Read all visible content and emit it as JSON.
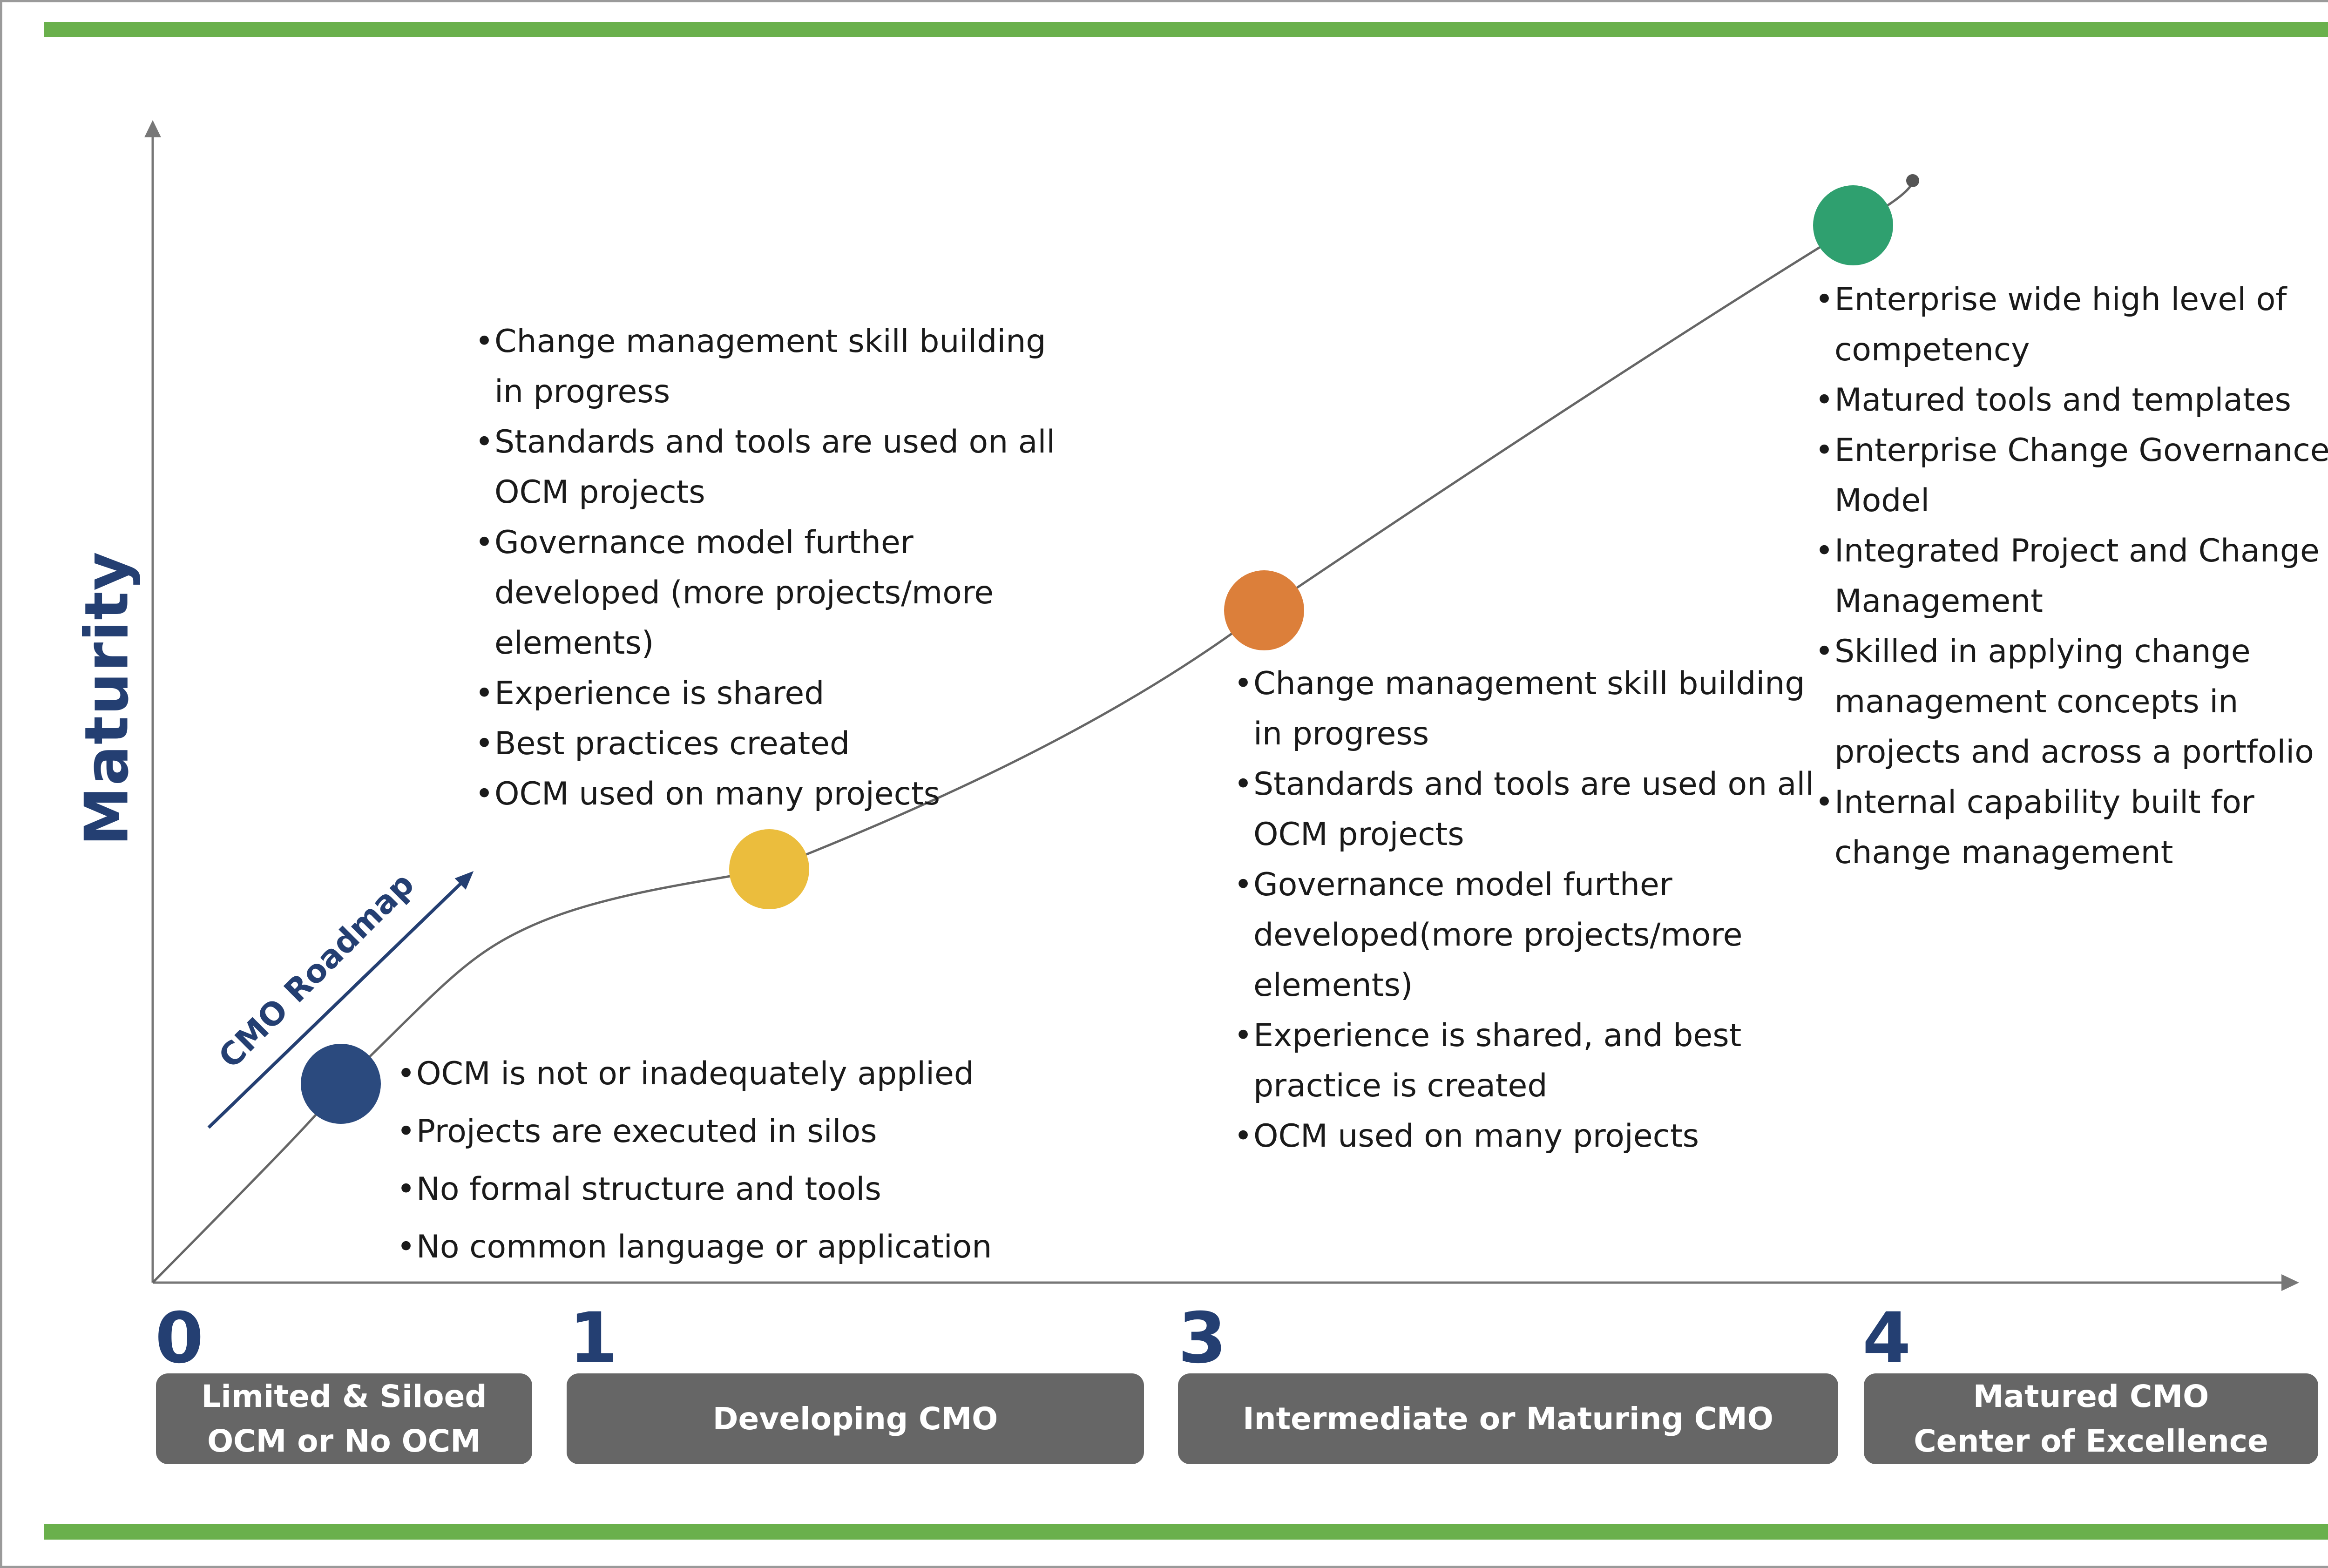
{
  "axis": {
    "y_label": "Maturity"
  },
  "roadmap_label": "CMO Roadmap",
  "colors": {
    "accent_green": "#6ab04c",
    "navy": "#243f72",
    "stage_box": "#666666",
    "milestone_0": "#2b4a7e",
    "milestone_1": "#ebbd3d",
    "milestone_3": "#dc7f3a",
    "milestone_4": "#2fa06f"
  },
  "stages": [
    {
      "number": "0",
      "lines": [
        "Limited & Siloed",
        "OCM or No OCM"
      ]
    },
    {
      "number": "1",
      "lines": [
        "Developing CMO"
      ]
    },
    {
      "number": "3",
      "lines": [
        "Intermediate or Maturing CMO"
      ]
    },
    {
      "number": "4",
      "lines": [
        "Matured CMO",
        "Center of Excellence"
      ]
    }
  ],
  "bullet_groups": {
    "stage0": [
      "OCM is not or inadequately applied",
      "Projects are executed in silos",
      "No formal structure and tools",
      "No common language or application"
    ],
    "stage1": [
      "Change management skill building in progress",
      "Standards and tools are used on all OCM projects",
      "Governance model further  developed (more projects/more elements)",
      "Experience is shared",
      "Best practices created",
      "OCM used on many projects"
    ],
    "stage3": [
      "Change management skill building in progress",
      "Standards and tools are used on all OCM projects",
      "Governance model further developed(more projects/more elements)",
      "Experience is shared, and best practice is created",
      "OCM used on many projects"
    ],
    "stage4": [
      "Enterprise wide high level of competency",
      "Matured tools and templates",
      "Enterprise Change Governance Model",
      "Integrated Project and Change Management",
      "Skilled in applying change management concepts in projects and across a portfolio",
      "Internal capability built for change management"
    ]
  }
}
